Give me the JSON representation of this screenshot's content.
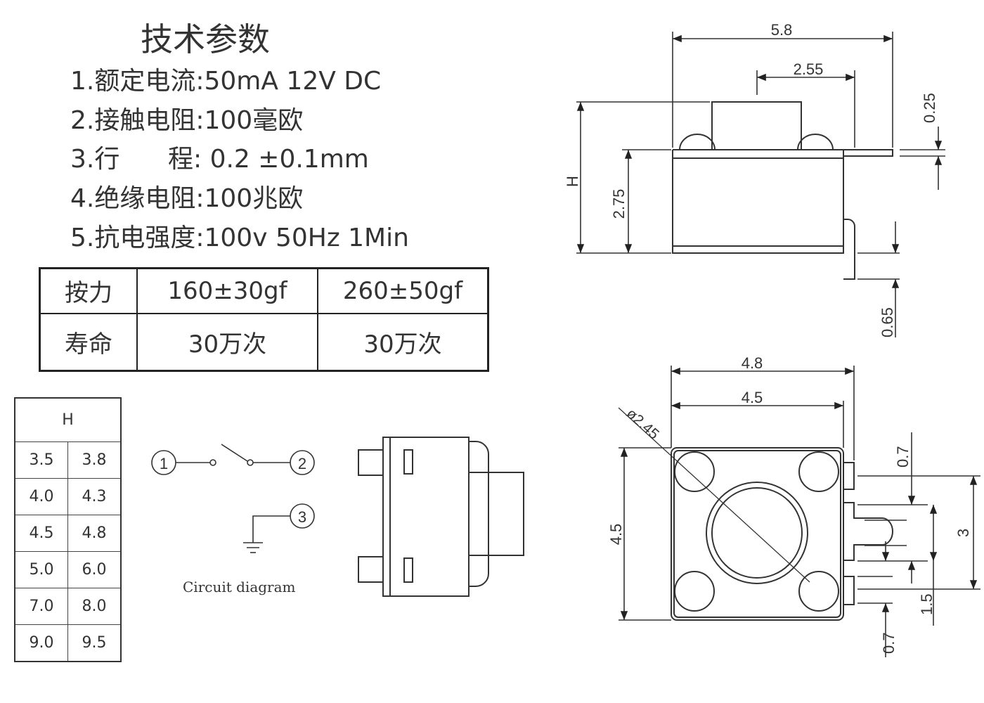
{
  "title": "技术参数",
  "specs": [
    "1.额定电流:50mA 12V DC",
    "2.接触电阻:100毫欧",
    "3.行      程: 0.2 ±0.1mm",
    "4.绝缘电阻:100兆欧",
    "5.抗电强度:100v 50Hz 1Min"
  ],
  "force_table": {
    "rows": [
      {
        "label": "按力",
        "a": "160±30gf",
        "b": "260±50gf"
      },
      {
        "label": "寿命",
        "a": "30万次",
        "b": "30万次"
      }
    ]
  },
  "h_table": {
    "header": "H",
    "rows": [
      [
        "3.5",
        "3.8"
      ],
      [
        "4.0",
        "4.3"
      ],
      [
        "4.5",
        "4.8"
      ],
      [
        "5.0",
        "6.0"
      ],
      [
        "7.0",
        "8.0"
      ],
      [
        "9.0",
        "9.5"
      ]
    ]
  },
  "circuit": {
    "pin1": "1",
    "pin2": "2",
    "pin3": "3",
    "caption": "Circuit diagram"
  },
  "side_dims": {
    "width": "5.8",
    "button": "2.55",
    "lead_thk": "0.25",
    "height": "H",
    "body_h": "2.75",
    "lead_len": "0.65"
  },
  "top_dims": {
    "outer_w": "4.8",
    "body_w": "4.5",
    "button_dia": "ø2.45",
    "body_h": "4.5",
    "pad_top": "0.7",
    "pitch": "3",
    "gap": "1.5",
    "pad_bottom": "0.7"
  }
}
